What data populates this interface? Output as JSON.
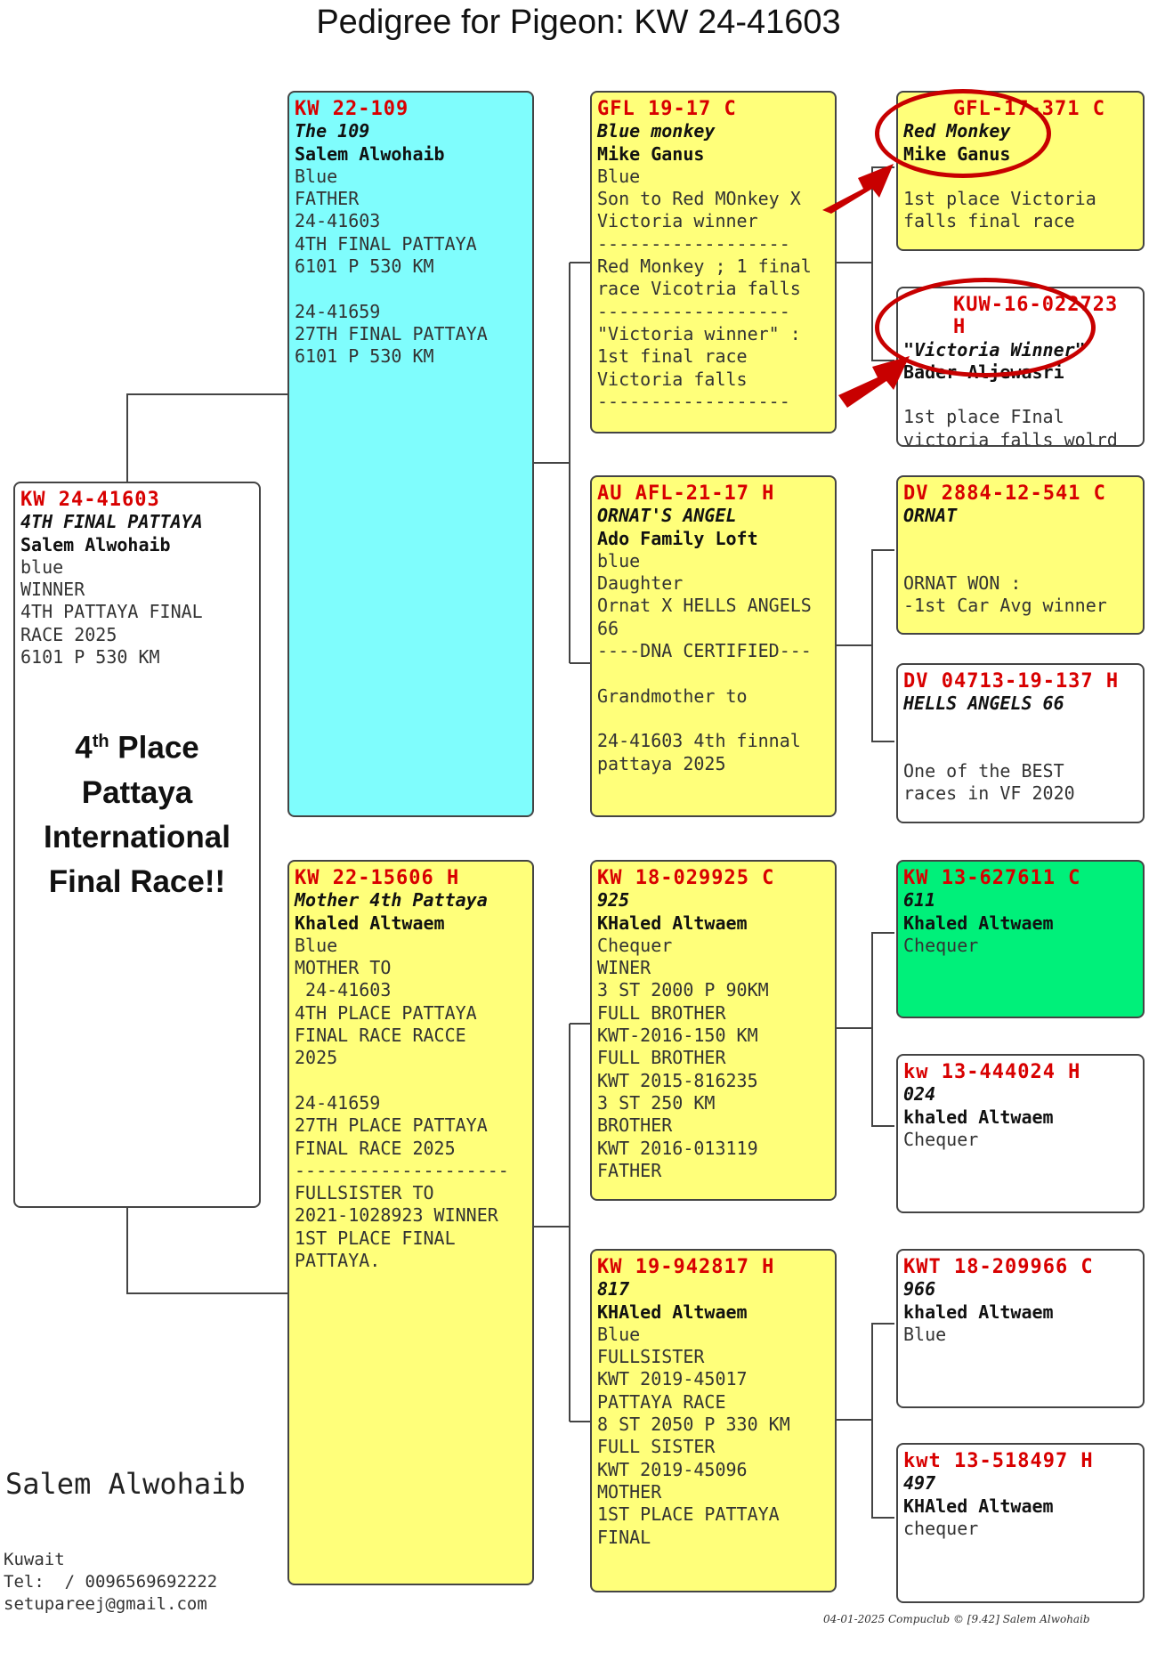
{
  "title": "Pedigree for Pigeon: KW  24-41603",
  "subject": {
    "ring": "KW  24-41603",
    "name": "4TH FINAL PATTAYA",
    "owner": "Salem Alwohaib",
    "lines": [
      "blue",
      "WINNER",
      "4TH PATTAYA FINAL",
      "RACE 2025",
      "6101 P 530 KM"
    ]
  },
  "stamp": {
    "line1_num": "4",
    "line1_sup": "th",
    "line1_rest": " Place",
    "line2": "Pattaya",
    "line3": "International",
    "line4": "Final Race!!"
  },
  "sire": {
    "ring": "KW  22-109",
    "name": "The 109",
    "owner": "Salem Alwohaib",
    "lines": [
      "Blue",
      "FATHER",
      "24-41603",
      "4TH FINAL PATTAYA",
      "6101 P 530 KM",
      "",
      "24-41659",
      "27TH FINAL PATTAYA",
      "6101 P 530 KM"
    ]
  },
  "dam": {
    "ring": "KW  22-15606 H",
    "name": "Mother 4th Pattaya",
    "owner": "Khaled Altwaem",
    "lines": [
      "Blue",
      "MOTHER TO",
      " 24-41603",
      "4TH PLACE PATTAYA",
      "FINAL RACE RACCE",
      "2025",
      "",
      "24-41659",
      "27TH PLACE PATTAYA",
      "FINAL RACE 2025",
      "--------------------",
      "FULLSISTER TO",
      "2021-1028923 WINNER",
      "1ST PLACE FINAL",
      "PATTAYA."
    ]
  },
  "ss": {
    "ring": "GFL 19-17 C",
    "name": "Blue monkey",
    "owner": "Mike Ganus",
    "lines": [
      "Blue",
      "Son to Red MOnkey X",
      "Victoria winner",
      "------------------",
      "Red Monkey ; 1 final",
      "race Vicotria falls",
      "------------------",
      "\"Victoria winner\" :",
      "1st final race",
      "Victoria falls",
      "------------------"
    ]
  },
  "sd": {
    "ring": "AU  AFL-21-17 H",
    "name": "ORNAT'S ANGEL",
    "owner": "Ado Family Loft",
    "lines": [
      "blue",
      "Daughter",
      "Ornat X HELLS ANGELS",
      "66",
      "----DNA CERTIFIED---",
      "",
      "Grandmother to",
      "",
      "24-41603 4th finnal",
      "pattaya 2025"
    ]
  },
  "ds": {
    "ring": "KW  18-029925 C",
    "name": "925",
    "owner": "KHaled Altwaem",
    "lines": [
      "Chequer",
      "WINER",
      "3 ST 2000 P 90KM",
      "FULL BROTHER",
      "KWT-2016-150 KM",
      "FULL BROTHER",
      "KWT 2015-816235",
      "3 ST 250 KM",
      "BROTHER",
      "KWT 2016-013119",
      "FATHER"
    ]
  },
  "dd": {
    "ring": "KW  19-942817 H",
    "name": "817",
    "owner": "KHAled Altwaem",
    "lines": [
      "Blue",
      "FULLSISTER",
      "KWT 2019-45017",
      "PATTAYA RACE",
      "8 ST 2050 P 330 KM",
      "FULL SISTER",
      "KWT 2019-45096",
      "MOTHER",
      "1ST PLACE PATTAYA",
      "FINAL"
    ]
  },
  "sss": {
    "ring": "GFL-17-371 C",
    "name": "Red Monkey",
    "owner": "Mike Ganus",
    "lines": [
      "",
      "1st place Victoria",
      "falls final race"
    ]
  },
  "ssd": {
    "ring": "KUW-16-022723 H",
    "name": "\"Victoria Winner\"",
    "owner": "Bader Aljewasri",
    "lines": [
      "",
      "1st place FInal",
      "victoria falls wolrd"
    ]
  },
  "sds": {
    "ring": "DV  2884-12-541 C",
    "name": "ORNAT",
    "owner": "",
    "lines": [
      "",
      "",
      "ORNAT WON :",
      "-1st Car Avg winner"
    ]
  },
  "sdd": {
    "ring": "DV  04713-19-137 H",
    "name": "HELLS ANGELS 66",
    "owner": "",
    "lines": [
      "",
      "",
      "One of the BEST",
      "races in VF 2020"
    ]
  },
  "dss": {
    "ring": "KW  13-627611 C",
    "name": "611",
    "owner": "Khaled Altwaem",
    "lines": [
      "Chequer"
    ]
  },
  "dsd": {
    "ring": "kw  13-444024 H",
    "name": "024",
    "owner": "khaled Altwaem",
    "lines": [
      "Chequer"
    ]
  },
  "dds": {
    "ring": "KWT 18-209966 C",
    "name": "966",
    "owner": "khaled Altwaem",
    "lines": [
      "Blue"
    ]
  },
  "ddd": {
    "ring": "kwt 13-518497 H",
    "name": "497",
    "owner": "KHAled Altwaem",
    "lines": [
      "chequer"
    ]
  },
  "breeder": {
    "name": "Salem Alwohaib",
    "country": "Kuwait",
    "tel": "Tel:  / 0096569692222",
    "email": "setupareej@gmail.com"
  },
  "footer": "04-01-2025   Compuclub © [9.42]  Salem Alwohaib",
  "colors": {
    "ring_red": "#d80000",
    "yellow": "#ffff7a",
    "cyan": "#7ffdfd",
    "green": "#00f07a",
    "highlight_red": "#c80000"
  }
}
